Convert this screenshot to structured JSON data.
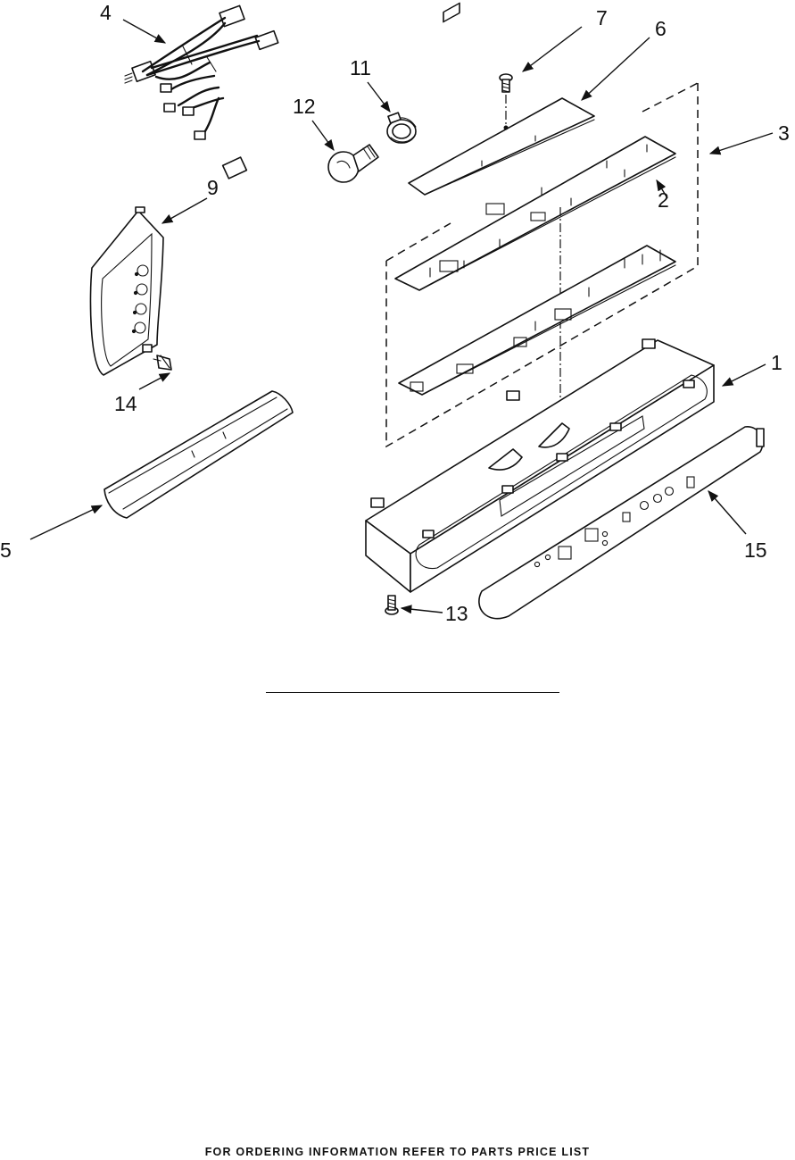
{
  "callouts": [
    "1",
    "2",
    "3",
    "4",
    "5",
    "6",
    "7",
    "9",
    "11",
    "12",
    "13",
    "14",
    "15"
  ],
  "footer": {
    "note": "FOR ORDERING INFORMATION REFER TO PARTS PRICE LIST"
  },
  "colors": {
    "ink": "#111111",
    "background": "#ffffff"
  }
}
